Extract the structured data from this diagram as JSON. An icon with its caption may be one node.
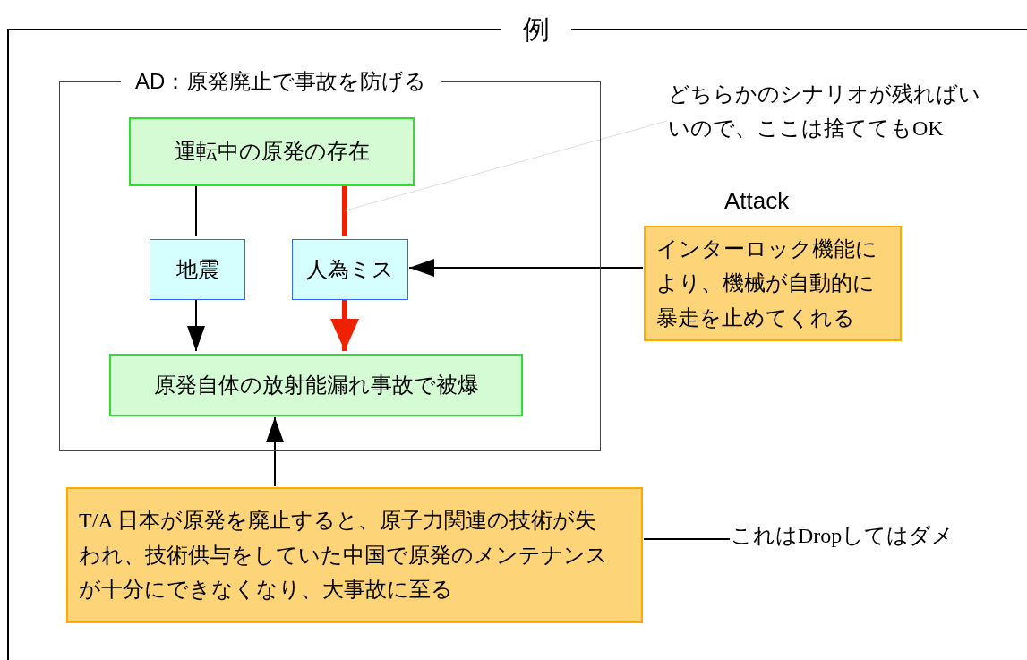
{
  "diagram": {
    "nodes": [
      {
        "text": [
          "例"
        ]
      },
      {
        "text": [
          "AD：原発廃止で事故を防げる"
        ],
        "in": 0
      },
      {
        "text": [
          "運転中の原発の存在"
        ],
        "in": 1
      },
      {
        "text": [
          "地震"
        ],
        "in": 1
      },
      {
        "text": [
          "人為ミス"
        ],
        "in": 1
      },
      {
        "text": [
          "原発自体の放射能漏れ事故で被爆"
        ],
        "in": 1
      },
      {
        "text": [
          "どちらかのシナリオが残ればいいので、ここは捨ててもOK"
        ],
        "in": 0
      },
      {
        "text": [
          "Attack",
          "インターロック機能により、機械が自動的に暴走を止めてくれる"
        ],
        "in": 0
      },
      {
        "text": [
          "T/A 日本が原発を廃止すると、原子力関連の技術が失われ、技術供与をしていた中国で原発のメンテナンスが十分にできなくなり、大事故に至る"
        ],
        "in": 0
      },
      {
        "text": [
          "これはDropしてはダメ"
        ],
        "in": 0
      }
    ],
    "edges": [
      {
        "from": 2,
        "to": 3,
        "arrow": "none"
      },
      {
        "from": 3,
        "to": 5,
        "arrow": "to"
      },
      {
        "from": 2,
        "to": 4,
        "arrow": "none",
        "style": "thick",
        "color": "#ee2200"
      },
      {
        "from": 4,
        "to": 5,
        "arrow": "to",
        "style": "thick",
        "color": "#ee2200"
      },
      {
        "from": 7,
        "to": 4,
        "arrow": "to"
      },
      {
        "from": 8,
        "to": 5,
        "arrow": "to"
      },
      {
        "from": 6,
        "to": null,
        "arrow": "none",
        "color": "#dddddd"
      },
      {
        "from": 9,
        "to": 8,
        "arrow": "none"
      }
    ]
  }
}
